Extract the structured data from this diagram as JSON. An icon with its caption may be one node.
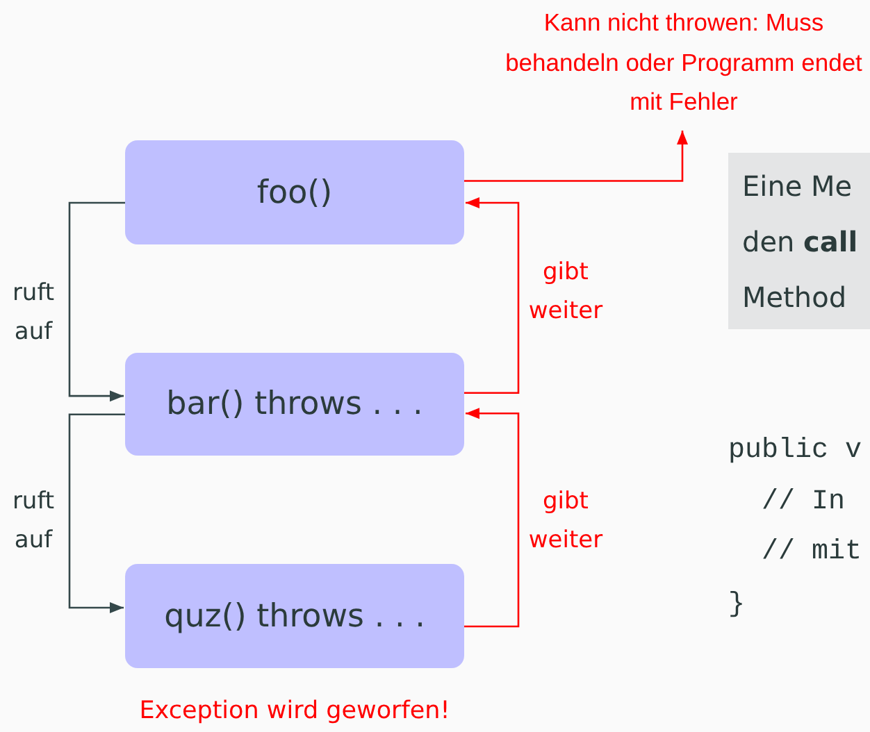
{
  "diagram": {
    "nodes": [
      {
        "text": [
          "foo()"
        ]
      },
      {
        "text": [
          "bar() throws . . ."
        ]
      },
      {
        "text": [
          "quz() throws . . ."
        ]
      },
      {
        "text": [
          "Kann nicht throwen: Muss behandeln oder Programm endet mit Fehler"
        ]
      },
      {
        "text": [
          "Eine Me den **call** Method"
        ]
      }
    ],
    "edges": [
      {
        "from": 0,
        "to": 1,
        "arrow": "to",
        "label": "ruft auf",
        "color": "#34484a"
      },
      {
        "from": 1,
        "to": 2,
        "arrow": "to",
        "label": "ruft auf",
        "color": "#34484a"
      },
      {
        "from": 2,
        "to": 1,
        "arrow": "to",
        "label": "gibt weiter",
        "color": "#ff0000"
      },
      {
        "from": 1,
        "to": 0,
        "arrow": "to",
        "label": "gibt weiter",
        "color": "#ff0000"
      },
      {
        "from": 0,
        "to": 3,
        "arrow": "to",
        "color": "#ff0000"
      }
    ],
    "labels": [
      "public v",
      "// In",
      "// mit",
      "}",
      "Exception wird geworfen!"
    ]
  }
}
